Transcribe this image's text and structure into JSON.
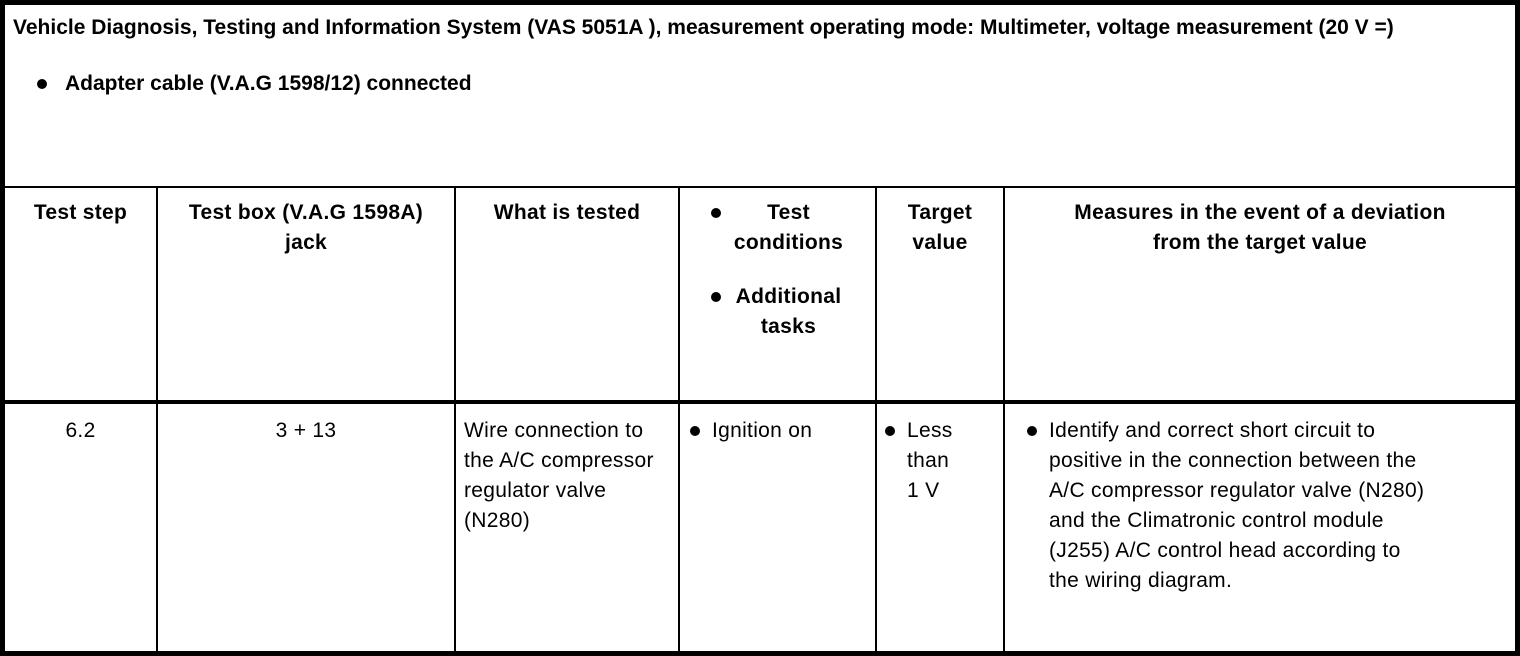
{
  "colors": {
    "text": "#000000",
    "background": "#ffffff",
    "border": "#000000"
  },
  "intro": {
    "title": "Vehicle Diagnosis, Testing and Information System (VAS 5051A ), measurement operating mode: Multimeter, voltage measurement (20 V =)",
    "bullets": [
      "Adapter cable (V.A.G 1598/12) connected"
    ]
  },
  "table": {
    "columns": {
      "test_step": "Test step",
      "test_box": "Test box (V.A.G 1598A) jack",
      "what_tested": "What is tested",
      "conditions_bullets": [
        "Test conditions",
        "Additional tasks"
      ],
      "target_value": "Target value",
      "measures": "Measures in the event of a deviation from the target value"
    },
    "rows": [
      {
        "test_step": "6.2",
        "test_box": "3 + 13",
        "what_tested": "Wire connection to the A/C compressor regulator valve (N280)",
        "conditions": [
          "Ignition on"
        ],
        "target": [
          "Less than 1 V"
        ],
        "measures": [
          "Identify and correct short circuit to positive in the connection between the A/C compressor regulator valve (N280) and the Climatronic control module (J255) A/C control head according to the wiring diagram."
        ]
      }
    ]
  }
}
